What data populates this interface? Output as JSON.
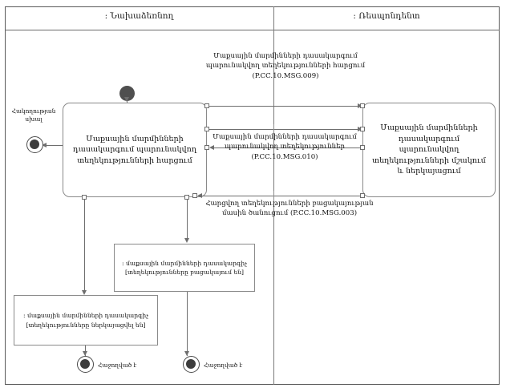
{
  "diagram": {
    "type": "uml-activity-diagram",
    "partitions": [
      {
        "id": "initiator",
        "title": ": Նախաձեռնող"
      },
      {
        "id": "respondent",
        "title": ": Ռեսպոնդենտ"
      }
    ],
    "activities": [
      {
        "id": "request",
        "label": "Մաքսային մարմինների դասակարգում պարունակվող տեղեկությունների հարցում"
      },
      {
        "id": "process",
        "label": "Մաքսային մարմինների դասակարգում պարունակվող տեղեկությունների մշակում և ներկայացում"
      }
    ],
    "messages": [
      {
        "id": "msg-009",
        "code": "P.CC.10.MSG.009",
        "text": "Մաքսային մարմինների դասակարգում պարունակվող տեղեկությունների հարցում",
        "label": "Մաքսային մարմինների դասակարգում պարունակվող տեղեկությունների հարցում (P.CC.10.MSG.009)",
        "direction": "initiator-to-respondent"
      },
      {
        "id": "msg-010",
        "code": "P.CC.10.MSG.010",
        "text": "Մաքսային մարմինների դասակարգում պարունակվող տեղեկություններ",
        "label": "Մաքսային մարմինների դասակարգում պարունակվող տեղեկություններ (P.CC.10.MSG.010)",
        "direction": "respondent-to-initiator"
      },
      {
        "id": "msg-003",
        "code": "P.CC.10.MSG.003",
        "text": "Հարցվող տեղեկությունների բացակայության մասին ծանուցում",
        "label": "Հարցվող տեղեկությունների բացակայության մասին ծանուցում (P.CC.10.MSG.003)",
        "direction": "respondent-to-initiator"
      }
    ],
    "objects": [
      {
        "id": "obj-absent",
        "label": ": մաքսային մարմինների դասակարգիչ [տեղեկությունները բացակայում են]"
      },
      {
        "id": "obj-presented",
        "label": ": մաքսային մարմինների դասակարգիչ [տեղեկությունները ներկայացվել են]"
      }
    ],
    "nodes": {
      "start": {
        "id": "start-main",
        "label": ""
      },
      "end_error": {
        "id": "end-error",
        "label": "Հակողության սխալ"
      },
      "end_success_1": {
        "id": "end-success-1",
        "label": "Հաջողված է"
      },
      "end_success_2": {
        "id": "end-success-2",
        "label": "Հաջողված է"
      }
    }
  }
}
